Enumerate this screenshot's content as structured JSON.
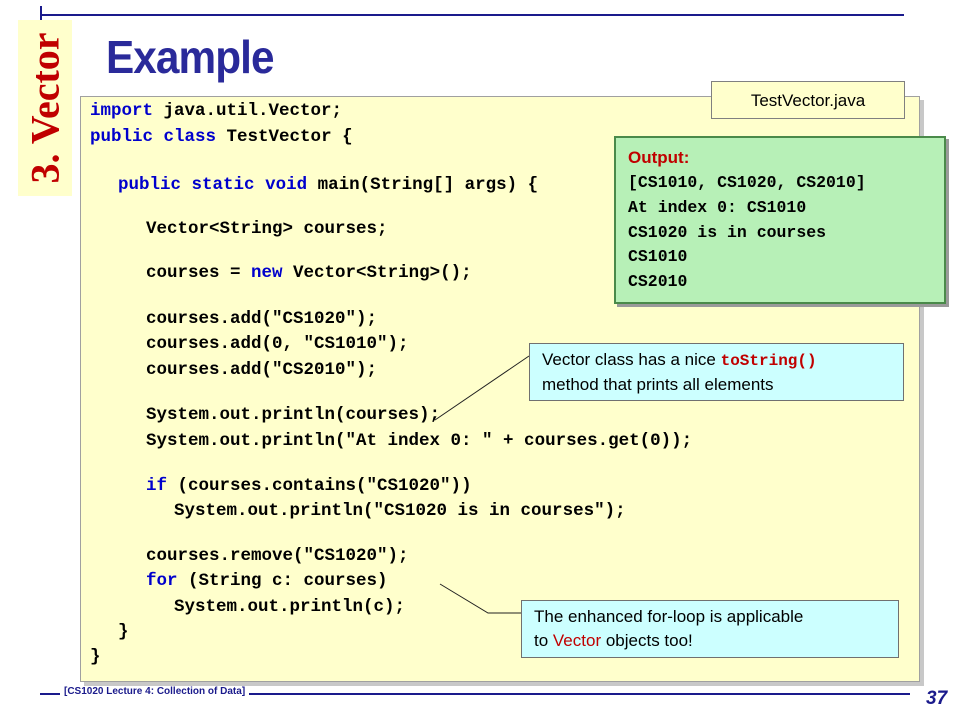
{
  "section_label": "3. Vector",
  "title": "Example",
  "file_tag": "TestVector.java",
  "code": {
    "l1": {
      "kw": "import",
      "rest": " java.util.Vector;"
    },
    "l2": {
      "kw1": "public",
      "sp1": " ",
      "kw2": "class",
      "rest": " TestVector {"
    },
    "l3": {
      "kw1": "public",
      "sp1": " ",
      "kw2": "static",
      "sp2": " ",
      "kw3": "void",
      "rest": " main(String[] args) {"
    },
    "l4": "Vector<String> courses;",
    "l5": {
      "pre": "courses = ",
      "kw": "new",
      "rest": " Vector<String>();"
    },
    "l6": "courses.add(\"CS1020\");",
    "l7": "courses.add(0, \"CS1010\");",
    "l8": "courses.add(\"CS2010\");",
    "l9": "System.out.println(courses);",
    "l10": "System.out.println(\"At index 0: \" + courses.get(0));",
    "l11": {
      "kw": "if",
      "rest": " (courses.contains(\"CS1020\"))"
    },
    "l12": "System.out.println(\"CS1020 is in courses\");",
    "l13": "courses.remove(\"CS1020\");",
    "l14": {
      "kw": "for",
      "rest": " (String c: courses)"
    },
    "l15": "System.out.println(c);",
    "l16": "}",
    "l17": "}"
  },
  "output": {
    "title": "Output:",
    "lines": [
      "[CS1010, CS1020, CS2010]",
      "At index 0: CS1010",
      "CS1020 is in courses",
      "CS1010",
      "CS2010"
    ]
  },
  "callout_tostring": {
    "text1": "Vector class has a nice ",
    "code": "toString()",
    "text2": "method that prints all elements"
  },
  "callout_forloop": {
    "text1": "The enhanced for-loop is applicable",
    "text2": "to ",
    "highlight": "Vector",
    "text3": " objects too!"
  },
  "footer": "[CS1020 Lecture 4: Collection of Data]",
  "page_number": "37",
  "colors": {
    "title": "#2a2a9a",
    "section_label": "#c00000",
    "keyword": "#0000cc",
    "code_bg": "#ffffcc",
    "output_bg": "#b7f0b7",
    "callout_bg": "#ccffff"
  }
}
